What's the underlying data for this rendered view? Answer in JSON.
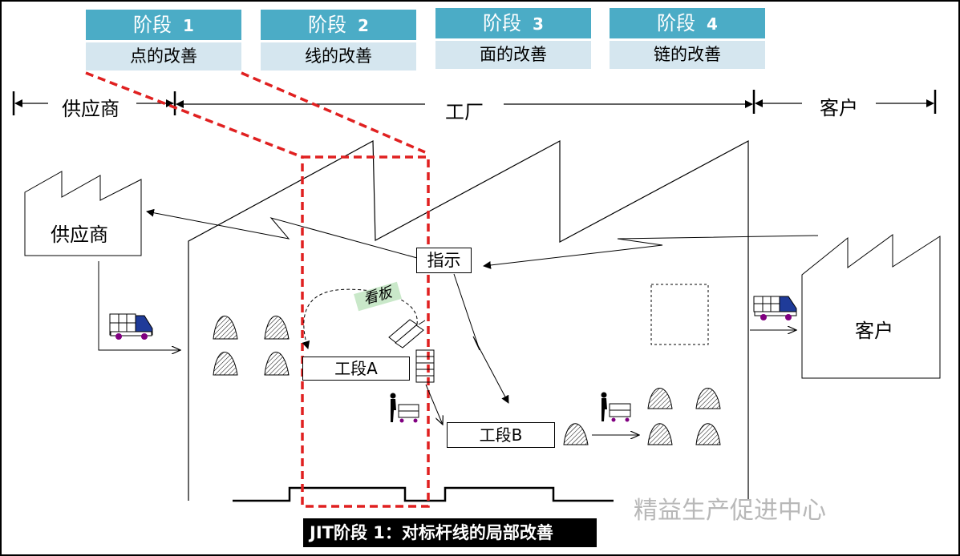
{
  "stages": [
    {
      "head": "阶段",
      "num": "1",
      "sub": "点的改善"
    },
    {
      "head": "阶段",
      "num": "2",
      "sub": "线的改善"
    },
    {
      "head": "阶段",
      "num": "3",
      "sub": "面的改善"
    },
    {
      "head": "阶段",
      "num": "4",
      "sub": "链的改善"
    }
  ],
  "scope": {
    "supplier": "供应商",
    "factory": "工厂",
    "customer": "客户"
  },
  "nodes": {
    "supplier": "供应商",
    "customer": "客户",
    "instruction": "指示",
    "kanban": "看板",
    "section_a": "工段A",
    "section_b": "工段B"
  },
  "caption": "JIT阶段 1：对标杆线的局部改善",
  "watermark": "精益生产促进中心",
  "colors": {
    "stage_header": "#4bacc6",
    "stage_sub": "#d5e6ef",
    "highlight": "#e02020",
    "kanban": "#c9e8c9"
  }
}
